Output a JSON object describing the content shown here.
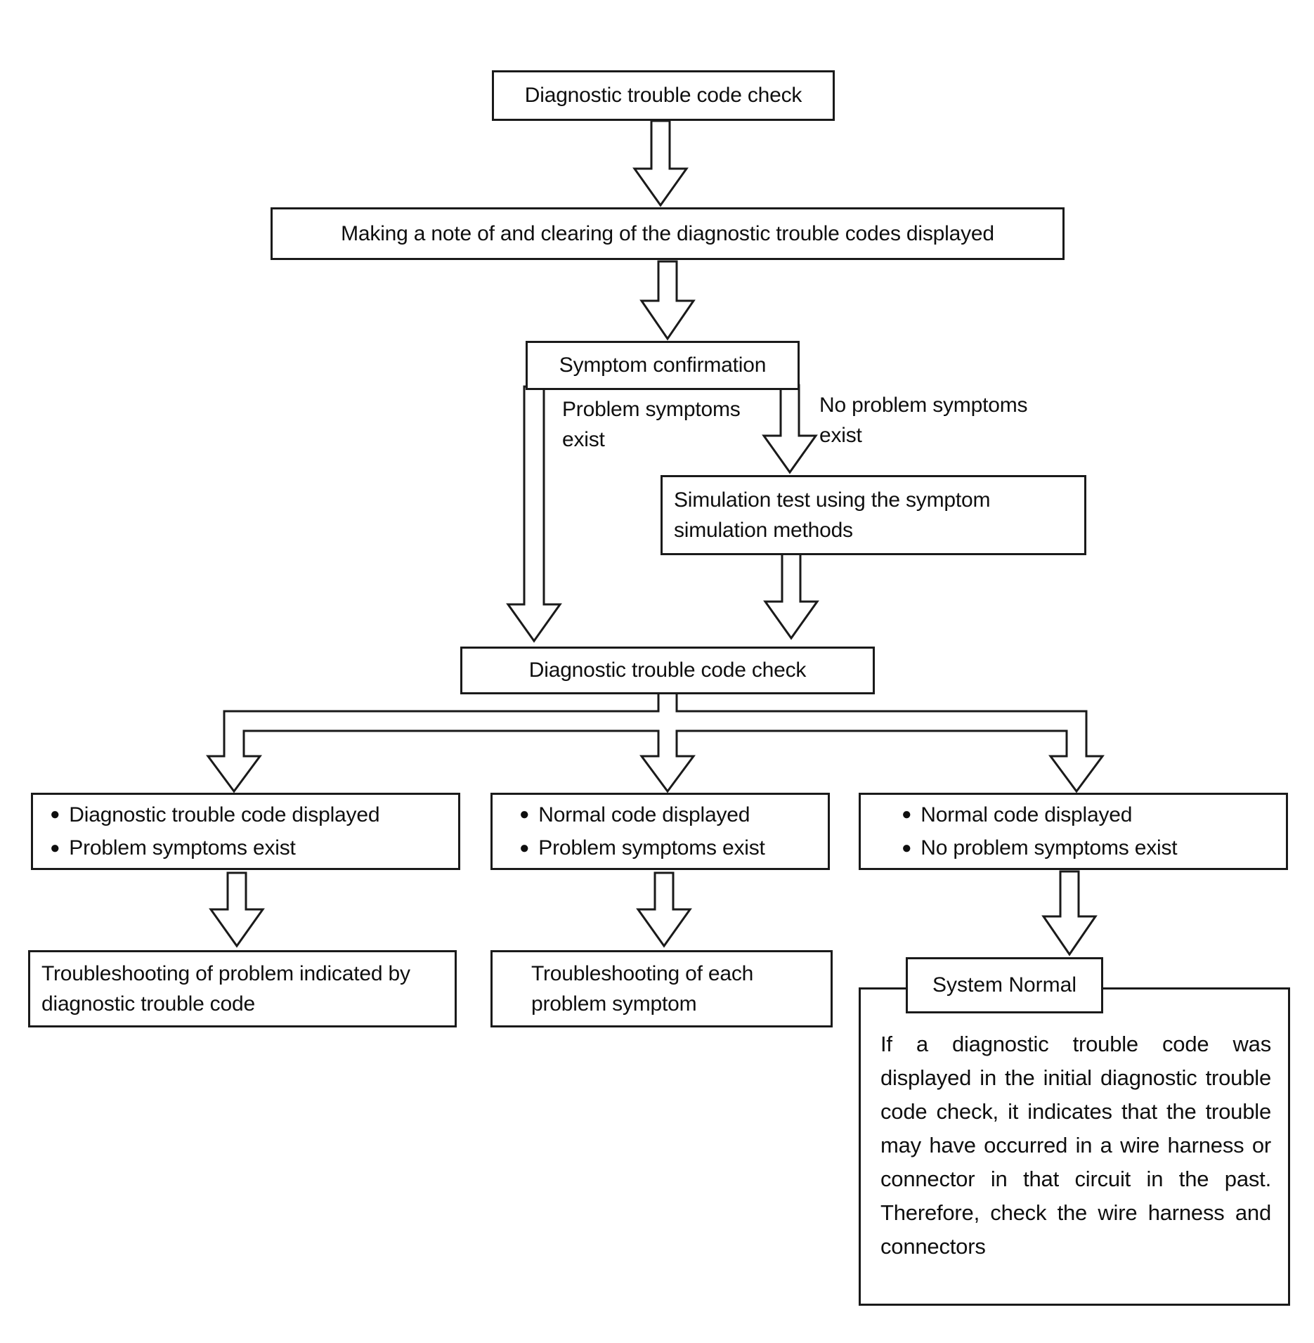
{
  "flow": {
    "bullet": "●",
    "boxes": {
      "dtc_check_top": "Diagnostic trouble code check",
      "note_and_clear": "Making a note of and clearing of the diagnostic trouble codes displayed",
      "symptom_confirmation": "Symptom confirmation",
      "simulation_test": "Simulation test using the symptom simulation methods",
      "dtc_check_second": "Diagnostic trouble code check",
      "outcome_dtc_problem": {
        "lines": [
          "Diagnostic trouble code displayed",
          "Problem symptoms exist"
        ]
      },
      "outcome_normal_problem": {
        "lines": [
          "Normal code displayed",
          "Problem symptoms exist"
        ]
      },
      "outcome_normal_no_problem": {
        "lines": [
          "Normal code displayed",
          "No problem symptoms exist"
        ]
      },
      "troubleshoot_by_code": "Troubleshooting of problem indicated by diagnostic trouble code",
      "troubleshoot_each_symptom": "Troubleshooting of each problem symptom",
      "system_normal": {
        "title": "System Normal",
        "body": "If a diagnostic trouble code was displayed in the initial diagnostic trouble code check, it indicates that the trouble may have occurred in a wire harness or connector in that circuit in the past. Therefore, check the wire harness and connectors"
      }
    },
    "edge_labels": {
      "problem_exists": "Problem symptoms exist",
      "no_problem_exists": "No problem symptoms exist"
    },
    "colors": {
      "ink": "#1a1a1a",
      "paper": "#ffffff"
    }
  }
}
